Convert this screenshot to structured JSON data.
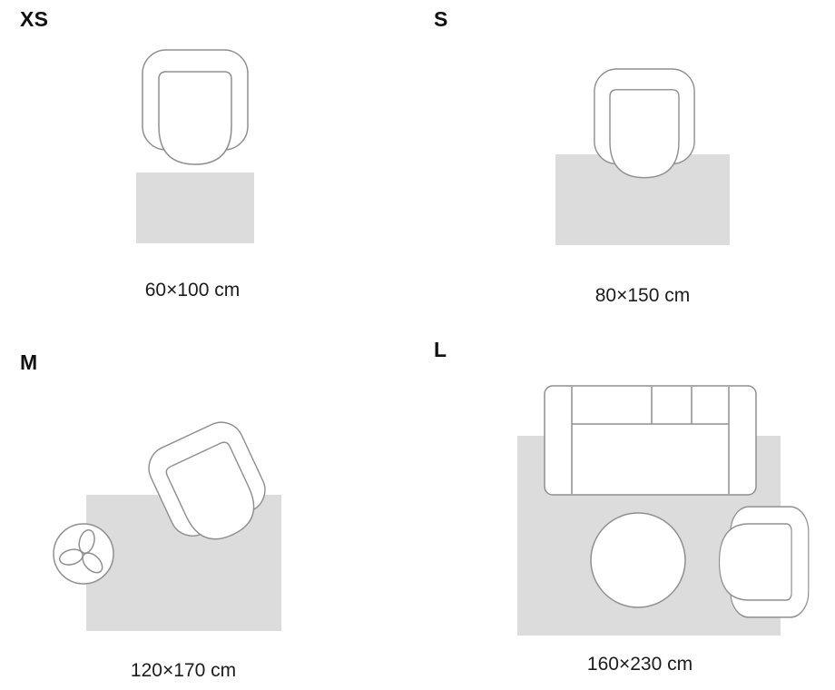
{
  "colors": {
    "background": "#ffffff",
    "rug_fill": "#dcdcdc",
    "furniture_outline": "#8f8f8f",
    "furniture_fill": "#ffffff",
    "label_text": "#111111",
    "caption_text": "#1c1c1c"
  },
  "sizes": [
    {
      "label": "XS",
      "dimensions": "60×100 cm"
    },
    {
      "label": "S",
      "dimensions": "80×150 cm"
    },
    {
      "label": "M",
      "dimensions": "120×170 cm"
    },
    {
      "label": "L",
      "dimensions": "160×230 cm"
    }
  ]
}
